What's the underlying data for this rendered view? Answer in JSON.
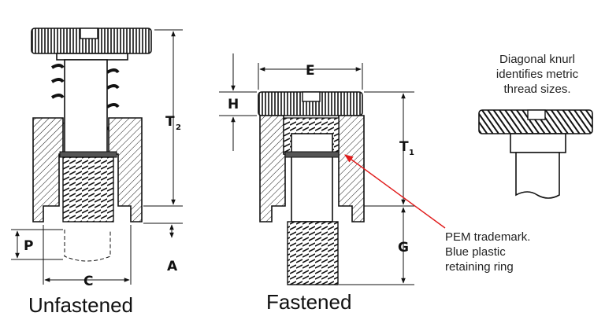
{
  "captions": {
    "unfastened": "Unfastened",
    "fastened": "Fastened"
  },
  "dimensions": {
    "t2": "T",
    "t2_sub": "2",
    "t1": "T",
    "t1_sub": "1",
    "p": "P",
    "a": "A",
    "c": "C",
    "e": "E",
    "h": "H",
    "g": "G"
  },
  "notes": {
    "knurl_lines": [
      "Diagonal knurl",
      "identifies metric",
      "thread sizes."
    ],
    "pem_lines": [
      "PEM trademark.",
      "Blue plastic",
      "retaining ring"
    ]
  },
  "colors": {
    "retaining_ring": "#3b6fd1",
    "leader_arrow": "#e01b1b",
    "ink": "#111111"
  }
}
